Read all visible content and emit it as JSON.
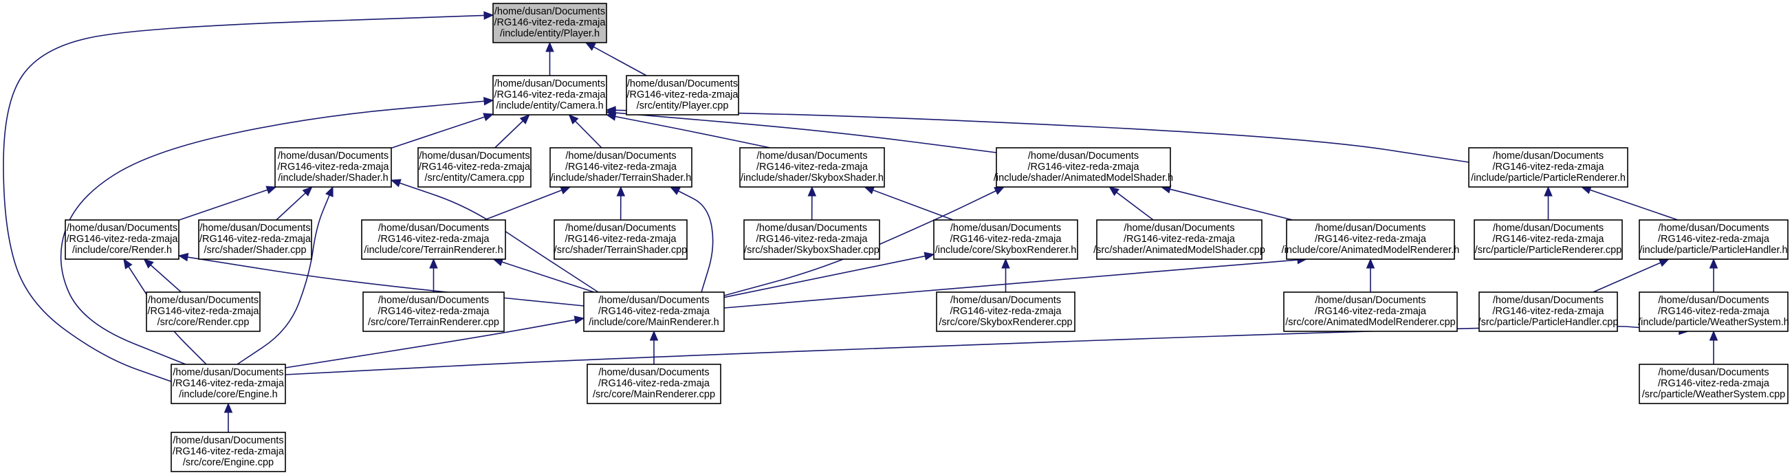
{
  "colors": {
    "edge": "#191970",
    "node_border": "#000000",
    "node_fill": "#ffffff",
    "focus_fill": "#bfbfbf"
  },
  "nodes": [
    {
      "id": "player_h",
      "lines": [
        "/home/dusan/Documents",
        "/RG146-vitez-reda-zmaja",
        "/include/entity/Player.h"
      ],
      "focus": true
    },
    {
      "id": "camera_h",
      "lines": [
        "/home/dusan/Documents",
        "/RG146-vitez-reda-zmaja",
        "/include/entity/Camera.h"
      ]
    },
    {
      "id": "player_cpp",
      "lines": [
        "/home/dusan/Documents",
        "/RG146-vitez-reda-zmaja",
        "/src/entity/Player.cpp"
      ]
    },
    {
      "id": "shader_h",
      "lines": [
        "/home/dusan/Documents",
        "/RG146-vitez-reda-zmaja",
        "/include/shader/Shader.h"
      ]
    },
    {
      "id": "camera_cpp",
      "lines": [
        "/home/dusan/Documents",
        "/RG146-vitez-reda-zmaja",
        "/src/entity/Camera.cpp"
      ]
    },
    {
      "id": "terrainshader_h",
      "lines": [
        "/home/dusan/Documents",
        "/RG146-vitez-reda-zmaja",
        "/include/shader/TerrainShader.h"
      ]
    },
    {
      "id": "skyboxshader_h",
      "lines": [
        "/home/dusan/Documents",
        "/RG146-vitez-reda-zmaja",
        "/include/shader/SkyboxShader.h"
      ]
    },
    {
      "id": "animshader_h",
      "lines": [
        "/home/dusan/Documents",
        "/RG146-vitez-reda-zmaja",
        "/include/shader/AnimatedModelShader.h"
      ]
    },
    {
      "id": "particlerenderer_h",
      "lines": [
        "/home/dusan/Documents",
        "/RG146-vitez-reda-zmaja",
        "/include/particle/ParticleRenderer.h"
      ]
    },
    {
      "id": "render_h",
      "lines": [
        "/home/dusan/Documents",
        "/RG146-vitez-reda-zmaja",
        "/include/core/Render.h"
      ]
    },
    {
      "id": "shader_cpp",
      "lines": [
        "/home/dusan/Documents",
        "/RG146-vitez-reda-zmaja",
        "/src/shader/Shader.cpp"
      ]
    },
    {
      "id": "terrainrenderer_h",
      "lines": [
        "/home/dusan/Documents",
        "/RG146-vitez-reda-zmaja",
        "/include/core/TerrainRenderer.h"
      ]
    },
    {
      "id": "terrainshader_cpp",
      "lines": [
        "/home/dusan/Documents",
        "/RG146-vitez-reda-zmaja",
        "/src/shader/TerrainShader.cpp"
      ]
    },
    {
      "id": "skyboxshader_cpp",
      "lines": [
        "/home/dusan/Documents",
        "/RG146-vitez-reda-zmaja",
        "/src/shader/SkyboxShader.cpp"
      ]
    },
    {
      "id": "skyboxrenderer_h",
      "lines": [
        "/home/dusan/Documents",
        "/RG146-vitez-reda-zmaja",
        "/include/core/SkyboxRenderer.h"
      ]
    },
    {
      "id": "animshader_cpp",
      "lines": [
        "/home/dusan/Documents",
        "/RG146-vitez-reda-zmaja",
        "/src/shader/AnimatedModelShader.cpp"
      ]
    },
    {
      "id": "animrenderer_h",
      "lines": [
        "/home/dusan/Documents",
        "/RG146-vitez-reda-zmaja",
        "/include/core/AnimatedModelRenderer.h"
      ]
    },
    {
      "id": "particlerenderer_cpp",
      "lines": [
        "/home/dusan/Documents",
        "/RG146-vitez-reda-zmaja",
        "/src/particle/ParticleRenderer.cpp"
      ]
    },
    {
      "id": "particlehandler_h",
      "lines": [
        "/home/dusan/Documents",
        "/RG146-vitez-reda-zmaja",
        "/include/particle/ParticleHandler.h"
      ]
    },
    {
      "id": "render_cpp",
      "lines": [
        "/home/dusan/Documents",
        "/RG146-vitez-reda-zmaja",
        "/src/core/Render.cpp"
      ]
    },
    {
      "id": "terrainrenderer_cpp",
      "lines": [
        "/home/dusan/Documents",
        "/RG146-vitez-reda-zmaja",
        "/src/core/TerrainRenderer.cpp"
      ]
    },
    {
      "id": "mainrenderer_h",
      "lines": [
        "/home/dusan/Documents",
        "/RG146-vitez-reda-zmaja",
        "/include/core/MainRenderer.h"
      ]
    },
    {
      "id": "skyboxrenderer_cpp",
      "lines": [
        "/home/dusan/Documents",
        "/RG146-vitez-reda-zmaja",
        "/src/core/SkyboxRenderer.cpp"
      ]
    },
    {
      "id": "animrenderer_cpp",
      "lines": [
        "/home/dusan/Documents",
        "/RG146-vitez-reda-zmaja",
        "/src/core/AnimatedModelRenderer.cpp"
      ]
    },
    {
      "id": "particlehandler_cpp",
      "lines": [
        "/home/dusan/Documents",
        "/RG146-vitez-reda-zmaja",
        "/src/particle/ParticleHandler.cpp"
      ]
    },
    {
      "id": "weathersystem_h",
      "lines": [
        "/home/dusan/Documents",
        "/RG146-vitez-reda-zmaja",
        "/include/particle/WeatherSystem.h"
      ]
    },
    {
      "id": "engine_h",
      "lines": [
        "/home/dusan/Documents",
        "/RG146-vitez-reda-zmaja",
        "/include/core/Engine.h"
      ]
    },
    {
      "id": "mainrenderer_cpp",
      "lines": [
        "/home/dusan/Documents",
        "/RG146-vitez-reda-zmaja",
        "/src/core/MainRenderer.cpp"
      ]
    },
    {
      "id": "weathersystem_cpp",
      "lines": [
        "/home/dusan/Documents",
        "/RG146-vitez-reda-zmaja",
        "/src/particle/WeatherSystem.cpp"
      ]
    },
    {
      "id": "engine_cpp",
      "lines": [
        "/home/dusan/Documents",
        "/RG146-vitez-reda-zmaja",
        "/src/core/Engine.cpp"
      ]
    }
  ],
  "edges": [
    {
      "from": "camera_h",
      "to": "player_h"
    },
    {
      "from": "player_cpp",
      "to": "player_h"
    },
    {
      "from": "engine_h",
      "to": "player_h"
    },
    {
      "from": "shader_h",
      "to": "camera_h"
    },
    {
      "from": "camera_cpp",
      "to": "camera_h"
    },
    {
      "from": "terrainshader_h",
      "to": "camera_h"
    },
    {
      "from": "skyboxshader_h",
      "to": "camera_h"
    },
    {
      "from": "animshader_h",
      "to": "camera_h"
    },
    {
      "from": "particlerenderer_h",
      "to": "camera_h"
    },
    {
      "from": "engine_h",
      "to": "camera_h"
    },
    {
      "from": "render_h",
      "to": "shader_h"
    },
    {
      "from": "shader_cpp",
      "to": "shader_h"
    },
    {
      "from": "mainrenderer_h",
      "to": "shader_h"
    },
    {
      "from": "engine_h",
      "to": "shader_h"
    },
    {
      "from": "terrainrenderer_h",
      "to": "terrainshader_h"
    },
    {
      "from": "terrainshader_cpp",
      "to": "terrainshader_h"
    },
    {
      "from": "mainrenderer_h",
      "to": "terrainshader_h"
    },
    {
      "from": "skyboxshader_cpp",
      "to": "skyboxshader_h"
    },
    {
      "from": "skyboxrenderer_h",
      "to": "skyboxshader_h"
    },
    {
      "from": "mainrenderer_h",
      "to": "animshader_h"
    },
    {
      "from": "animshader_cpp",
      "to": "animshader_h"
    },
    {
      "from": "animrenderer_h",
      "to": "animshader_h"
    },
    {
      "from": "particlerenderer_cpp",
      "to": "particlerenderer_h"
    },
    {
      "from": "particlehandler_h",
      "to": "particlerenderer_h"
    },
    {
      "from": "render_cpp",
      "to": "render_h"
    },
    {
      "from": "mainrenderer_h",
      "to": "render_h"
    },
    {
      "from": "engine_h",
      "to": "render_h"
    },
    {
      "from": "terrainrenderer_cpp",
      "to": "terrainrenderer_h"
    },
    {
      "from": "mainrenderer_h",
      "to": "terrainrenderer_h"
    },
    {
      "from": "mainrenderer_h",
      "to": "skyboxrenderer_h"
    },
    {
      "from": "skyboxrenderer_cpp",
      "to": "skyboxrenderer_h"
    },
    {
      "from": "mainrenderer_h",
      "to": "animrenderer_h"
    },
    {
      "from": "animrenderer_cpp",
      "to": "animrenderer_h"
    },
    {
      "from": "particlehandler_cpp",
      "to": "particlehandler_h"
    },
    {
      "from": "weathersystem_h",
      "to": "particlehandler_h"
    },
    {
      "from": "engine_h",
      "to": "mainrenderer_h"
    },
    {
      "from": "mainrenderer_cpp",
      "to": "mainrenderer_h"
    },
    {
      "from": "engine_h",
      "to": "weathersystem_h"
    },
    {
      "from": "weathersystem_cpp",
      "to": "weathersystem_h"
    },
    {
      "from": "engine_cpp",
      "to": "engine_h"
    }
  ]
}
